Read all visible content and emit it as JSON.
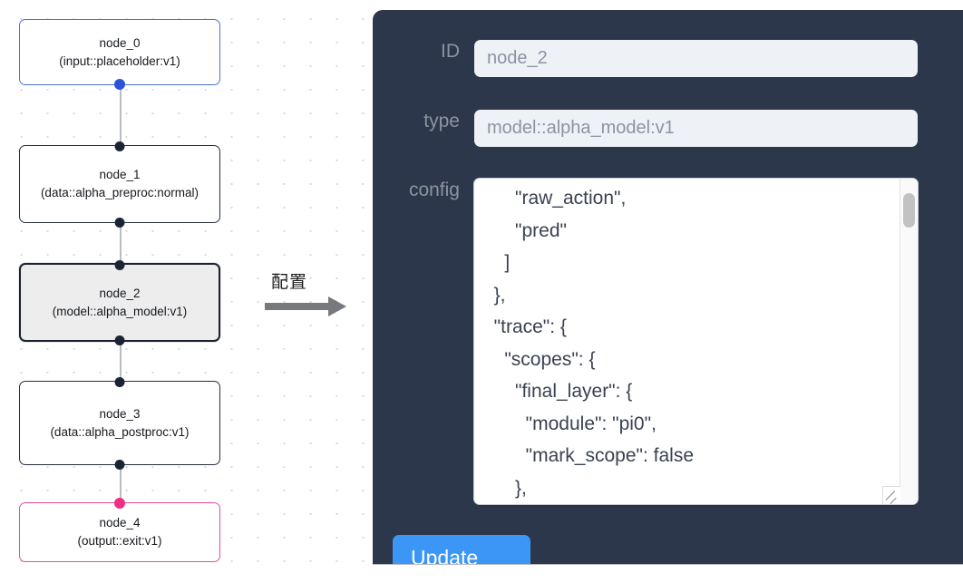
{
  "canvas": {
    "background_color": "#ffffff",
    "grid_dot_color": "#d9d9e3"
  },
  "graph": {
    "nodes": [
      {
        "id": "node_0",
        "title": "node_0",
        "subtitle": "(input::placeholder:v1)",
        "role": "input",
        "accent_color": "#4d74c8",
        "selected": false
      },
      {
        "id": "node_1",
        "title": "node_1",
        "subtitle": "(data::alpha_preproc:normal)",
        "role": "process",
        "accent_color": "#27303f",
        "selected": false
      },
      {
        "id": "node_2",
        "title": "node_2",
        "subtitle": "(model::alpha_model:v1)",
        "role": "model",
        "accent_color": "#1b2230",
        "selected": true
      },
      {
        "id": "node_3",
        "title": "node_3",
        "subtitle": "(data::alpha_postproc:v1)",
        "role": "process",
        "accent_color": "#27303f",
        "selected": false
      },
      {
        "id": "node_4",
        "title": "node_4",
        "subtitle": "(output::exit:v1)",
        "role": "output",
        "accent_color": "#e44f9b",
        "selected": false
      }
    ],
    "edges": [
      {
        "from": "node_0",
        "to": "node_1"
      },
      {
        "from": "node_1",
        "to": "node_2"
      },
      {
        "from": "node_2",
        "to": "node_3"
      },
      {
        "from": "node_3",
        "to": "node_4"
      }
    ]
  },
  "annotation": {
    "label": "配置",
    "arrow_color": "#76797d"
  },
  "panel": {
    "background_color": "#2d374b",
    "fields": {
      "id": {
        "label": "ID",
        "value": "node_2",
        "placeholder": "node_2"
      },
      "type": {
        "label": "type",
        "value": "model::alpha_model:v1",
        "placeholder": "model::alpha_model:v1"
      },
      "config": {
        "label": "config",
        "value": "      \"raw_action\",\n      \"pred\"\n    ]\n  },\n  \"trace\": {\n    \"scopes\": {\n      \"final_layer\": {\n        \"module\": \"pi0\",\n        \"mark_scope\": false\n      },\n      \"action_model\": {",
        "scroll_position": "middle"
      }
    },
    "update_button": {
      "label": "Update",
      "color": "#3b96f5"
    }
  }
}
